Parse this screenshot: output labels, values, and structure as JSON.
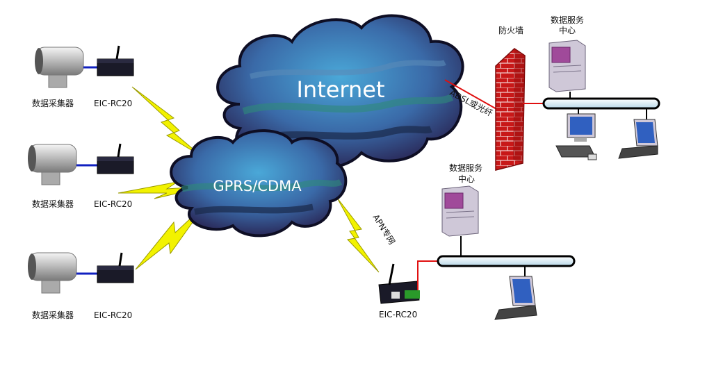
{
  "clouds": {
    "internet": "Internet",
    "gprs": "GPRS/CDMA"
  },
  "labels": {
    "collector_1": "数据采集器",
    "collector_2": "数据采集器",
    "collector_3": "数据采集器",
    "router_1": "EIC-RC20",
    "router_2": "EIC-RC20",
    "router_3": "EIC-RC20",
    "router_bottom": "EIC-RC20",
    "firewall": "防火墙",
    "server_top_line1": "数据服务",
    "server_top_line2": "中心",
    "server_bottom_line1": "数据服务",
    "server_bottom_line2": "中心",
    "adsl_link": "ADSL或光纤",
    "apn_link": "APN专网"
  },
  "colors": {
    "cloud_dark": "#1a1a3a",
    "cloud_mid": "#3a4a8a",
    "cloud_light": "#4aa8d8",
    "lightning": "#f2f200",
    "link_red": "#e01010",
    "link_blue": "#1020c0",
    "firewall_brick": "#c81818",
    "bus_fill": "#d8ecf4",
    "server_body": "#cfc8d8",
    "server_panel": "#a04a9a",
    "monitor_blue": "#3060c0"
  },
  "icons": [
    "camera-icon",
    "router-icon",
    "lightning-icon",
    "cloud-icon",
    "firewall-icon",
    "server-icon",
    "desktop-pc-icon",
    "laptop-icon",
    "network-bus-icon"
  ]
}
